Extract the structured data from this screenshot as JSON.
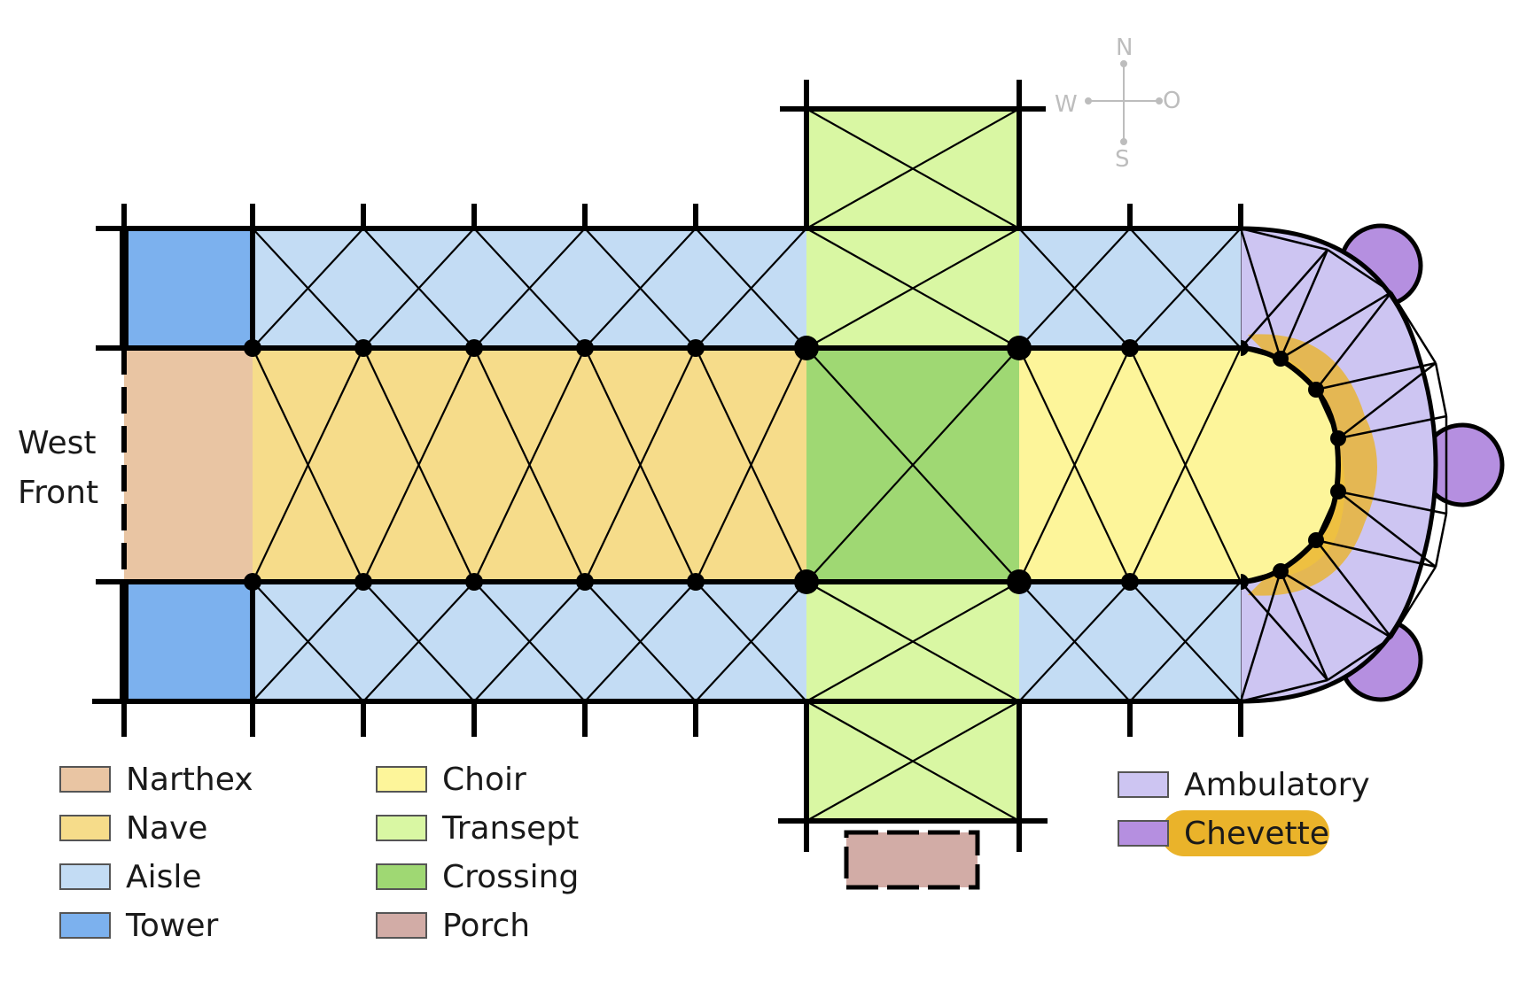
{
  "compass": {
    "north": "N",
    "west": "W",
    "east": "O",
    "south": "S"
  },
  "west_front_label": [
    "West",
    "Front"
  ],
  "legend": [
    {
      "key": "narthex",
      "label": "Narthex",
      "color": "#e9c5a3"
    },
    {
      "key": "nave",
      "label": "Nave",
      "color": "#f6dc8a"
    },
    {
      "key": "aisle",
      "label": "Aisle",
      "color": "#c3dcf4"
    },
    {
      "key": "tower",
      "label": "Tower",
      "color": "#7cb1ee"
    },
    {
      "key": "choir",
      "label": "Choir",
      "color": "#fdf59a"
    },
    {
      "key": "transept",
      "label": "Transept",
      "color": "#d9f7a3"
    },
    {
      "key": "crossing",
      "label": "Crossing",
      "color": "#9fd873"
    },
    {
      "key": "porch",
      "label": "Porch",
      "color": "#d2aca6"
    },
    {
      "key": "ambulatory",
      "label": "Ambulatory",
      "color": "#cdc5f2"
    },
    {
      "key": "chevette",
      "label": "Chevette",
      "color": "#b58fe0"
    }
  ],
  "highlight": {
    "target": "chevette",
    "color": "#eab32a"
  }
}
